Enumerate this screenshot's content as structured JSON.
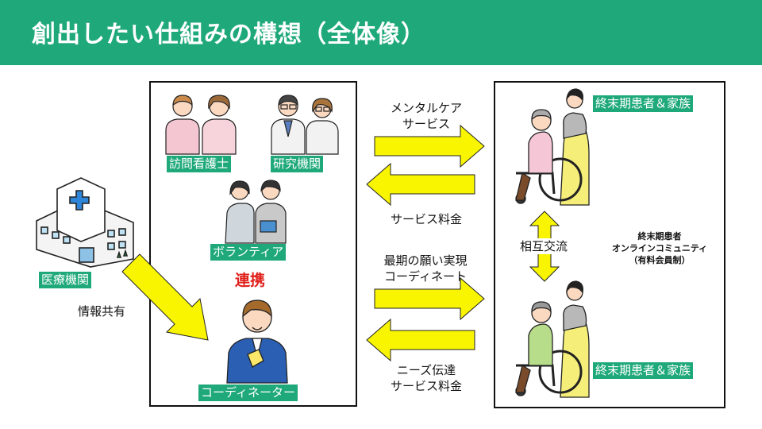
{
  "title": "創出したい仕組みの構想（全体像）",
  "colors": {
    "accent": "#1fa97a",
    "arrow_fill": "#f9f500",
    "link_red": "#e0201b"
  },
  "nodes": {
    "visiting_nurse": "訪問看護士",
    "research": "研究機関",
    "volunteer": "ボランティア",
    "coordinator": "コーディネーター",
    "medical": "医療機関",
    "patient_family_top": "終末期患者＆家族",
    "patient_family_bottom": "終末期患者＆家族"
  },
  "labels": {
    "link": "連携",
    "info_share": "情報共有",
    "mental_care": [
      "メンタルケア",
      "サービス"
    ],
    "service_fee_top": "サービス料金",
    "last_wish": [
      "最期の願い実現",
      "コーディネート"
    ],
    "needs": [
      "ニーズ伝達",
      "サービス料金"
    ],
    "mutual": "相互交流",
    "community": [
      "終末期患者",
      "オンラインコミュニティ",
      "（有料会員制）"
    ]
  }
}
